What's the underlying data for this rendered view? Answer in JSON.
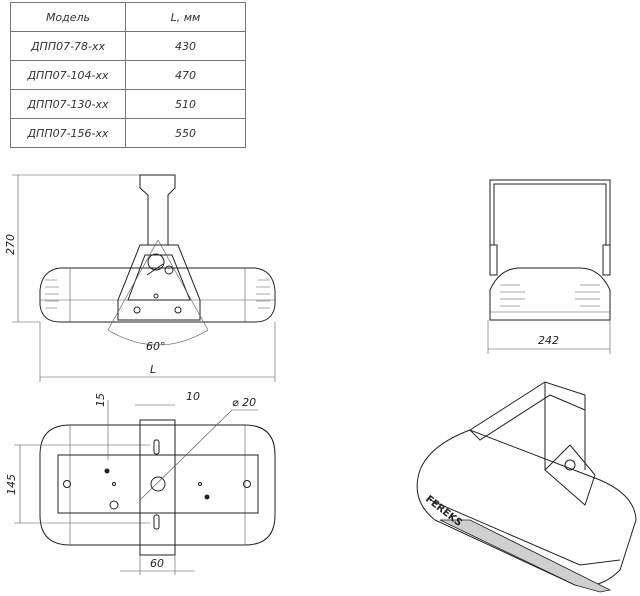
{
  "table": {
    "headers": [
      "Модель",
      "L, мм"
    ],
    "rows": [
      [
        "ДПП07-78-хх",
        "430"
      ],
      [
        "ДПП07-104-хх",
        "470"
      ],
      [
        "ДПП07-130-хх",
        "510"
      ],
      [
        "ДПП07-156-хх",
        "550"
      ]
    ]
  },
  "dimensions": {
    "height": "270",
    "angle": "60°",
    "length": "L",
    "width": "242",
    "slot": "15",
    "slot_width": "10",
    "hole": "⌀ 20",
    "mount_spacing": "145",
    "plate_width": "60"
  },
  "brand": "FEREKS"
}
